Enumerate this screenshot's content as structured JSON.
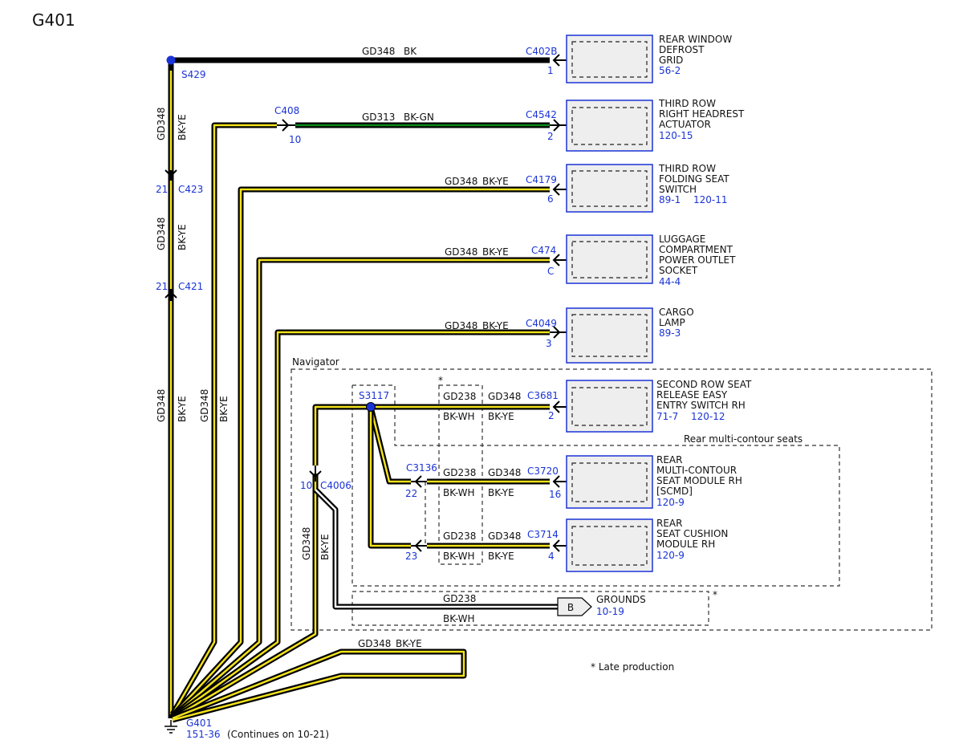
{
  "page_title": "G401",
  "ground": {
    "ref": "G401",
    "page": "151-36",
    "continues": "(Continues on 10-21)"
  },
  "splices": {
    "s429": "S429",
    "s3117": "S3117"
  },
  "connectors": {
    "c402b": {
      "name": "C402B",
      "pin": "1"
    },
    "c408": {
      "name": "C408",
      "pin": "10"
    },
    "c4542": {
      "name": "C4542",
      "pin": "2"
    },
    "c4179": {
      "name": "C4179",
      "pin": "6"
    },
    "c474": {
      "name": "C474",
      "pin": "C"
    },
    "c4049": {
      "name": "C4049",
      "pin": "3"
    },
    "c423": {
      "name": "C423",
      "pin": "21"
    },
    "c421": {
      "name": "C421",
      "pin": "21"
    },
    "c4006": {
      "name": "C4006",
      "pin": "10"
    },
    "c3681": {
      "name": "C3681",
      "pin": "2"
    },
    "c3136": {
      "name": "C3136",
      "pins": [
        "22",
        "23"
      ]
    },
    "c3720": {
      "name": "C3720",
      "pin": "16"
    },
    "c3714": {
      "name": "C3714",
      "pin": "4"
    }
  },
  "wires": {
    "gd348": "GD348",
    "gd313": "GD313",
    "gd238": "GD238",
    "bk": "BK",
    "bk_gn": "BK-GN",
    "bk_ye": "BK-YE",
    "bk_wh": "BK-WH"
  },
  "components": {
    "rear_defrost": {
      "lines": [
        "REAR WINDOW",
        "DEFROST",
        "GRID"
      ],
      "ref": "56-2"
    },
    "headrest": {
      "lines": [
        "THIRD ROW",
        "RIGHT HEADREST",
        "ACTUATOR"
      ],
      "ref": "120-15"
    },
    "folding_seat": {
      "lines": [
        "THIRD ROW",
        "FOLDING SEAT",
        "SWITCH"
      ],
      "ref1": "89-1",
      "ref2": "120-11"
    },
    "luggage": {
      "lines": [
        "LUGGAGE",
        "COMPARTMENT",
        "POWER OUTLET",
        "SOCKET"
      ],
      "ref": "44-4"
    },
    "cargo": {
      "lines": [
        "CARGO",
        "LAMP"
      ],
      "ref": "89-3"
    },
    "second_row": {
      "lines": [
        "SECOND ROW SEAT",
        "RELEASE EASY",
        "ENTRY SWITCH RH"
      ],
      "ref1": "71-7",
      "ref2": "120-12"
    },
    "multi_contour": {
      "lines": [
        "REAR",
        "MULTI-CONTOUR",
        "SEAT MODULE RH",
        "[SCMD]"
      ],
      "ref": "120-9"
    },
    "seat_cushion": {
      "lines": [
        "REAR",
        "SEAT CUSHION",
        "MODULE RH"
      ],
      "ref": "120-9"
    },
    "grounds": {
      "label": "GROUNDS",
      "ref": "10-19",
      "tag": "B"
    }
  },
  "regions": {
    "navigator": "Navigator",
    "rear_mc": "Rear multi-contour seats",
    "star": "*"
  },
  "note": "*  Late production",
  "colors": {
    "ref_blue": "#1a33d6",
    "wire_yellow": "#f2e21b",
    "wire_green": "#0a8a1a",
    "wire_black": "#000000",
    "component_fill": "#eeeeee"
  }
}
